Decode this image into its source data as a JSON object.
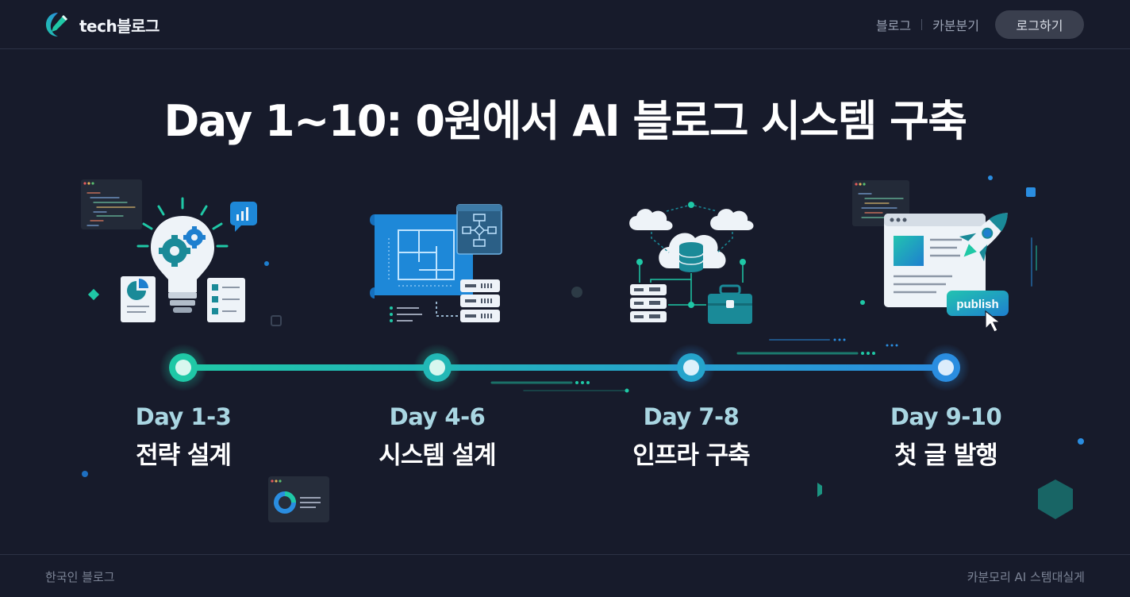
{
  "header": {
    "brand": "tech블로그",
    "nav": [
      "블로그",
      "카분분기"
    ],
    "login_label": "로그하기"
  },
  "title": "Day 1~10: 0원에서 AI 블로그 시스템 구축",
  "timeline": {
    "milestones": [
      {
        "days": "Day 1-3",
        "name": "전략 설계",
        "icon": "lightbulb-gears-icon"
      },
      {
        "days": "Day 4-6",
        "name": "시스템 설계",
        "icon": "blueprint-server-icon"
      },
      {
        "days": "Day 7-8",
        "name": "인프라 구축",
        "icon": "cloud-database-icon"
      },
      {
        "days": "Day 9-10",
        "name": "첫 글 발행",
        "icon": "rocket-publish-icon"
      }
    ],
    "publish_label": "publish"
  },
  "footer": {
    "left": "한국인 블로그",
    "right": "카분모리 AI 스템대실게"
  },
  "colors": {
    "background": "#171b2b",
    "teal": "#1fc8a6",
    "blue": "#2a8de0",
    "muted_text": "#9aa2b4"
  }
}
